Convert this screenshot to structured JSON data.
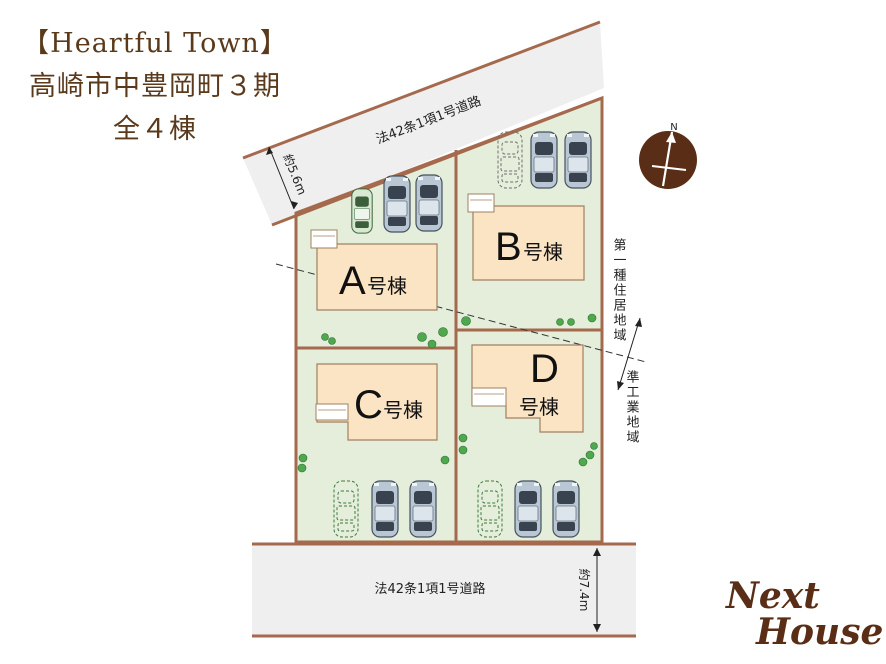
{
  "title": {
    "line1": "【Heartful Town】",
    "line2": "高崎市中豊岡町３期",
    "line3": "全４棟"
  },
  "roads": {
    "top_label": "法42条1項1号道路",
    "top_width": "約5.6m",
    "bottom_label": "法42条1項1号道路",
    "bottom_width": "約7.4m"
  },
  "units": [
    {
      "letter": "A",
      "suffix": "号棟"
    },
    {
      "letter": "B",
      "suffix": "号棟"
    },
    {
      "letter": "C",
      "suffix": "号棟"
    },
    {
      "letter": "D",
      "suffix": "号棟"
    }
  ],
  "zoning": {
    "upper": "第一種住居地域",
    "lower": "準工業地域"
  },
  "compass": {
    "label": "N"
  },
  "brand": {
    "line1": "Next",
    "line2": "House"
  },
  "colors": {
    "lot": "#e4eedb",
    "border": "#a56a4e",
    "house": "#fae4c3",
    "road": "#efefef",
    "compass": "#5a2e16",
    "bush": "#4ea84e"
  }
}
